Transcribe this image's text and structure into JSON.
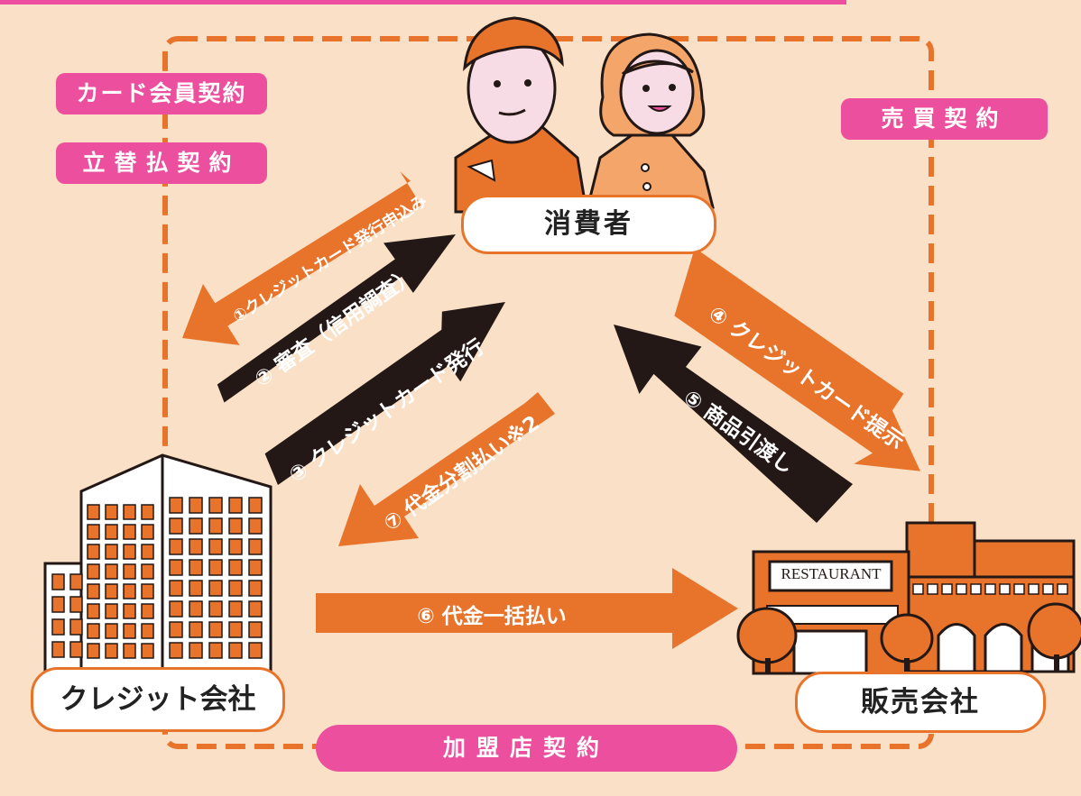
{
  "colors": {
    "background": "#f9e0c6",
    "orange": "#e8732a",
    "black": "#231815",
    "pink": "#ec4f9d",
    "frame": "#e8732a"
  },
  "contracts": {
    "card_member": "カード会員契約",
    "advance_payment": "立替払契約",
    "sales": "売買契約",
    "merchant": "加盟店契約"
  },
  "nodes": {
    "consumer": "消費者",
    "credit_company": "クレジット会社",
    "seller": "販売会社"
  },
  "store_sign": "RESTAURANT",
  "steps": {
    "s1": "①クレジットカード発行申込み",
    "s2": "② 審査（信用調査）",
    "s3": "③ クレジットカード発行",
    "s4": "④ クレジットカード提示",
    "s5": "⑤ 商品引渡し",
    "s6": "⑥ 代金一括払い",
    "s7": "⑦ 代金分割払い※2"
  },
  "icons": {
    "consumers": "people-icon",
    "credit_building": "office-building-icon",
    "store": "restaurant-store-icon"
  }
}
